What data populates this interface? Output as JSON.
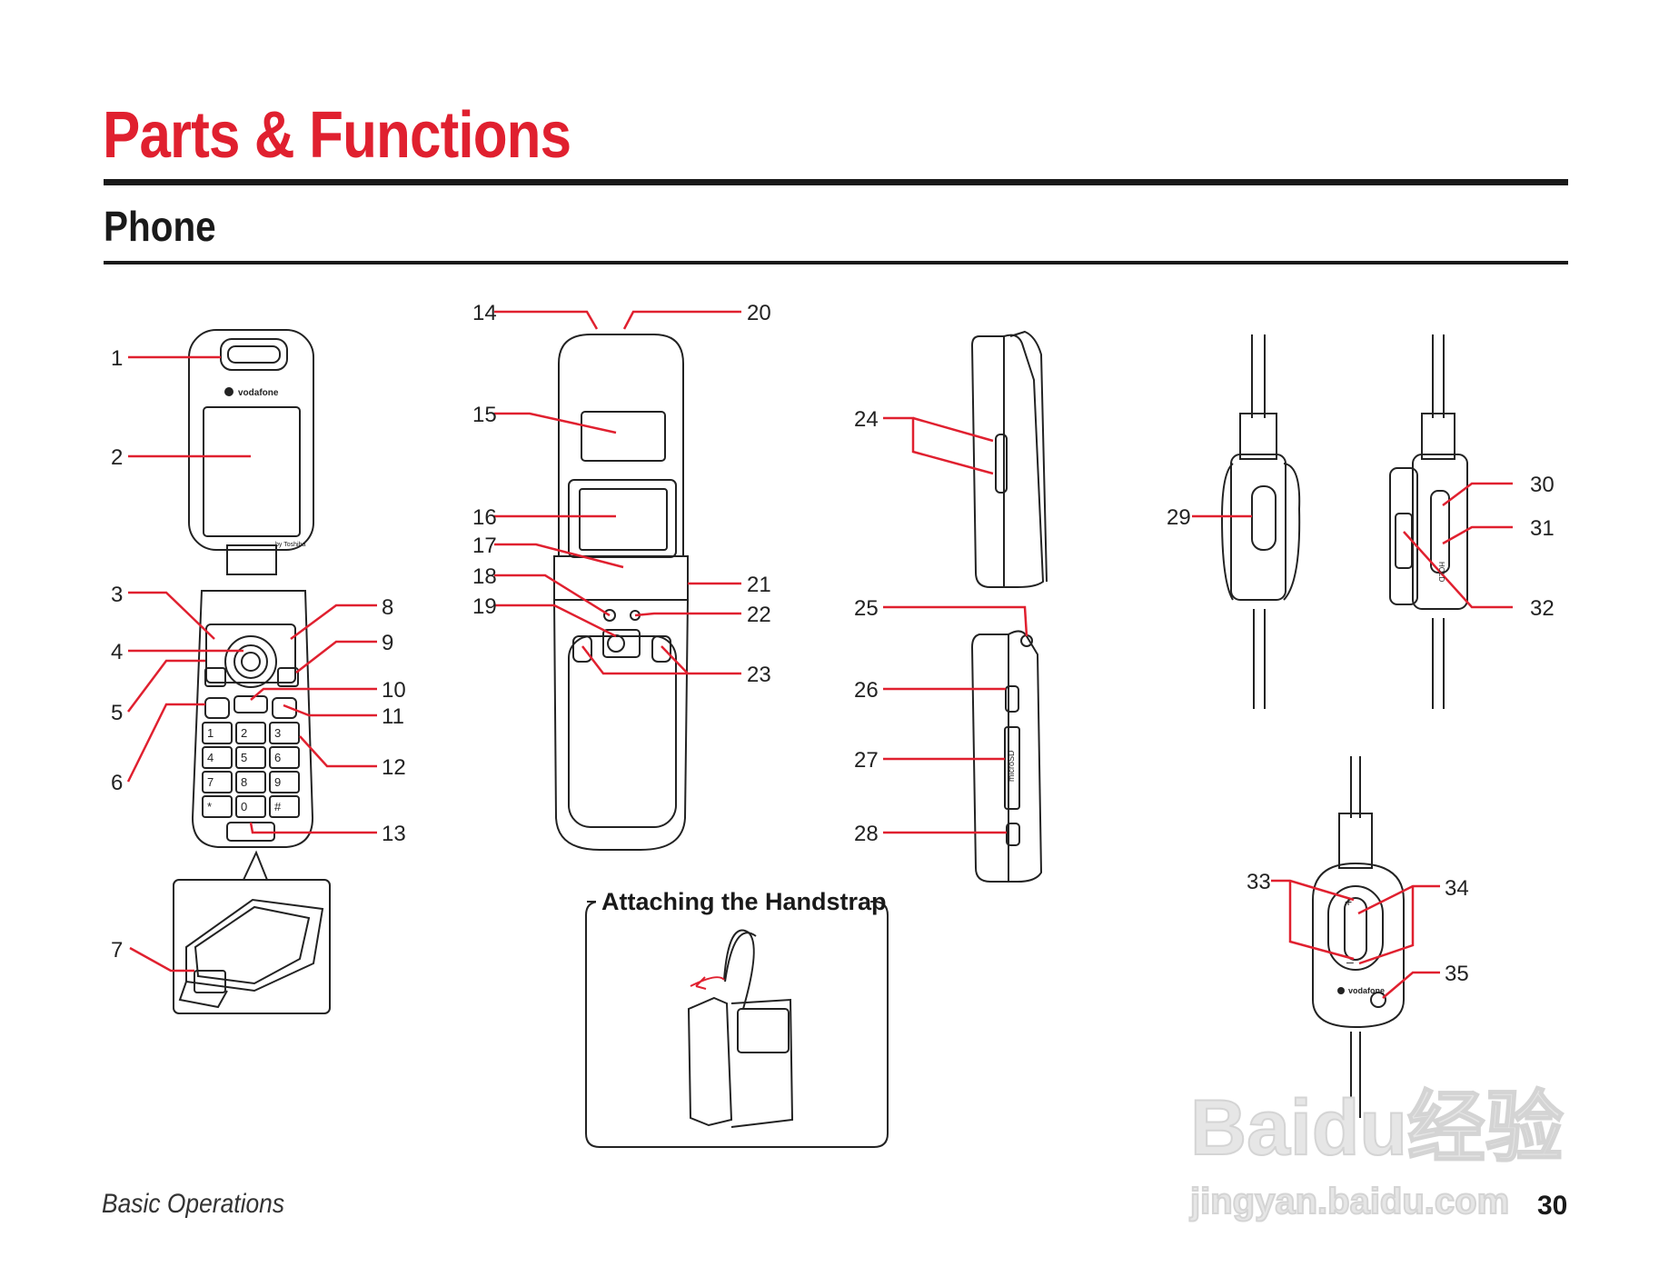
{
  "page": {
    "title": "Parts & Functions",
    "subtitle": "Phone",
    "footer_section": "Basic Operations",
    "page_number": "30"
  },
  "colors": {
    "accent": "#e0202f",
    "text": "#1a1a1a",
    "line": "#222222"
  },
  "phone": {
    "brand": "vodafone",
    "maker": "by Toshiba",
    "card_slot_label": "microSD",
    "hold_label": "HOLD"
  },
  "callouts": [
    "1",
    "2",
    "3",
    "4",
    "5",
    "6",
    "7",
    "8",
    "9",
    "10",
    "11",
    "12",
    "13",
    "14",
    "15",
    "16",
    "17",
    "18",
    "19",
    "20",
    "21",
    "22",
    "23",
    "24",
    "25",
    "26",
    "27",
    "28",
    "29",
    "30",
    "31",
    "32",
    "33",
    "34",
    "35"
  ],
  "keypad": [
    "1",
    "2",
    "3",
    "4",
    "5",
    "6",
    "7",
    "8",
    "9",
    "*",
    "0",
    "#"
  ],
  "handstrap": {
    "title": "Attaching the Handstrap"
  },
  "watermark": {
    "logo_text": "Baidu经验",
    "url_text": "jingyan.baidu.com"
  }
}
